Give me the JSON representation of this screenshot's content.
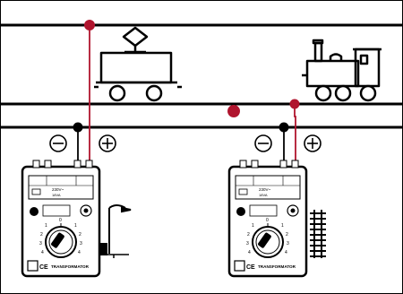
{
  "symbols": {
    "minus": "⊖",
    "plus": "⊕"
  },
  "transformers": [
    {
      "id": "left",
      "label": "TRANSFORMATOR",
      "ce": "CE",
      "power_line": "230V~",
      "spec_line": "18VA",
      "dial_marks": [
        "0",
        "1",
        "2",
        "3",
        "4"
      ],
      "accessory": "signal-lamp"
    },
    {
      "id": "right",
      "label": "TRANSFORMATOR",
      "ce": "CE",
      "power_line": "230V~",
      "spec_line": "18VA",
      "dial_marks": [
        "0",
        "1",
        "2",
        "3",
        "4"
      ],
      "accessory": "track-piece"
    }
  ],
  "colors": {
    "rail": "#000000",
    "wire_red": "#b0152e",
    "node_red": "#b0152e",
    "node_black": "#000000"
  }
}
